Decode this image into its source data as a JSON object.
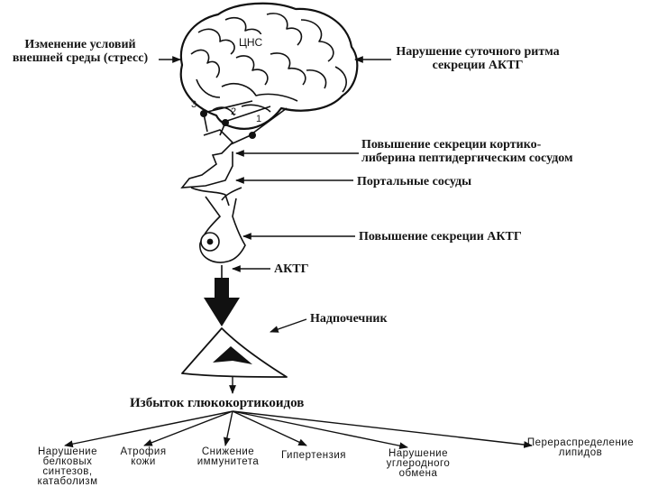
{
  "cns_label": "ЦНС",
  "stress_label": "Изменение условий внешней среды (стресс)",
  "rhythm_label": "Нарушение суточного ритма секреции АКТГ",
  "neuron_numbers": [
    "3",
    "2",
    "1"
  ],
  "crh_label": "Повышение секреции кортико-\nлиберина пептидергическим сосудом",
  "portal_label": "Портальные сосуды",
  "acth_secretion_label": "Повышение секреции АКТГ",
  "acth_label": "АКТГ",
  "adrenal_label": "Надпочечник",
  "excess_label": "Избыток глюкокортикоидов",
  "effects": [
    "Нарушение белковых синтезов, катаболизм",
    "Атрофия кожи",
    "Снижение иммунитета",
    "Гипертензия",
    "Нарушение углеродного обмена",
    "Перераспределение липидов"
  ]
}
